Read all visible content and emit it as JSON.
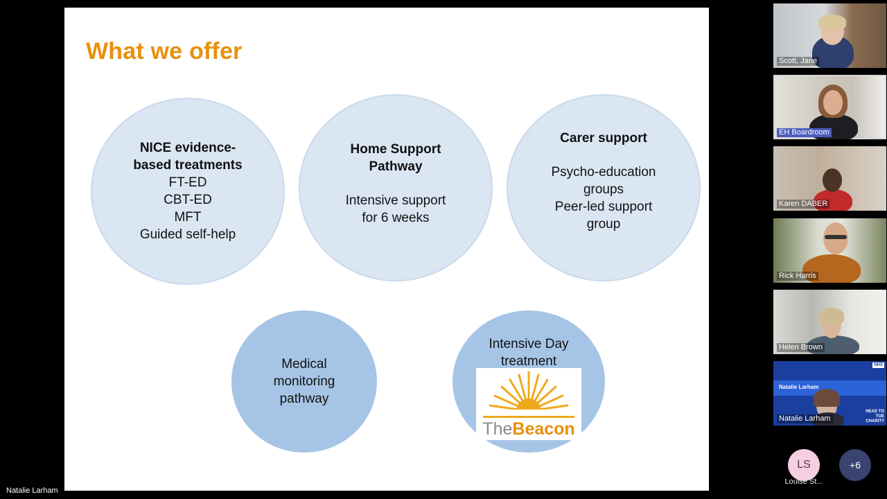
{
  "slide": {
    "title": "What we offer",
    "circles": [
      {
        "title": "NICE evidence-\nbased treatments",
        "lines": [
          "FT-ED",
          "CBT-ED",
          "MFT",
          "Guided self-help"
        ]
      },
      {
        "title": "Home Support\nPathway",
        "lines": [
          "Intensive support\nfor 6 weeks"
        ]
      },
      {
        "title": "Carer support",
        "lines": [
          "Psycho-education\ngroups",
          "Peer-led support\ngroup"
        ]
      },
      {
        "lines": [
          "Medical\nmonitoring\npathway"
        ]
      },
      {
        "lines": [
          "Intensive Day\ntreatment"
        ]
      }
    ],
    "logo": {
      "word1": "The",
      "word2": "Beacon"
    },
    "colors": {
      "title": "#e8900c",
      "circle_light": "#dbe6f3",
      "circle_dark": "#a6c5e6"
    }
  },
  "meeting": {
    "active_speaker": "Natalie Larham",
    "participants": [
      {
        "name": "Scott, Jane"
      },
      {
        "name": "EH Boardroom"
      },
      {
        "name": "Karen DABER"
      },
      {
        "name": "Rick Harris"
      },
      {
        "name": "Helen Brown"
      },
      {
        "name": "Natalie Larham",
        "banner_name": "Natalie Larham"
      }
    ],
    "avatar": {
      "initials": "LS",
      "name": "Louise St..."
    },
    "more_count": "+6",
    "t6_charity": "HEAD TO TOE CHARITY",
    "t6_nhs": "NHS"
  }
}
